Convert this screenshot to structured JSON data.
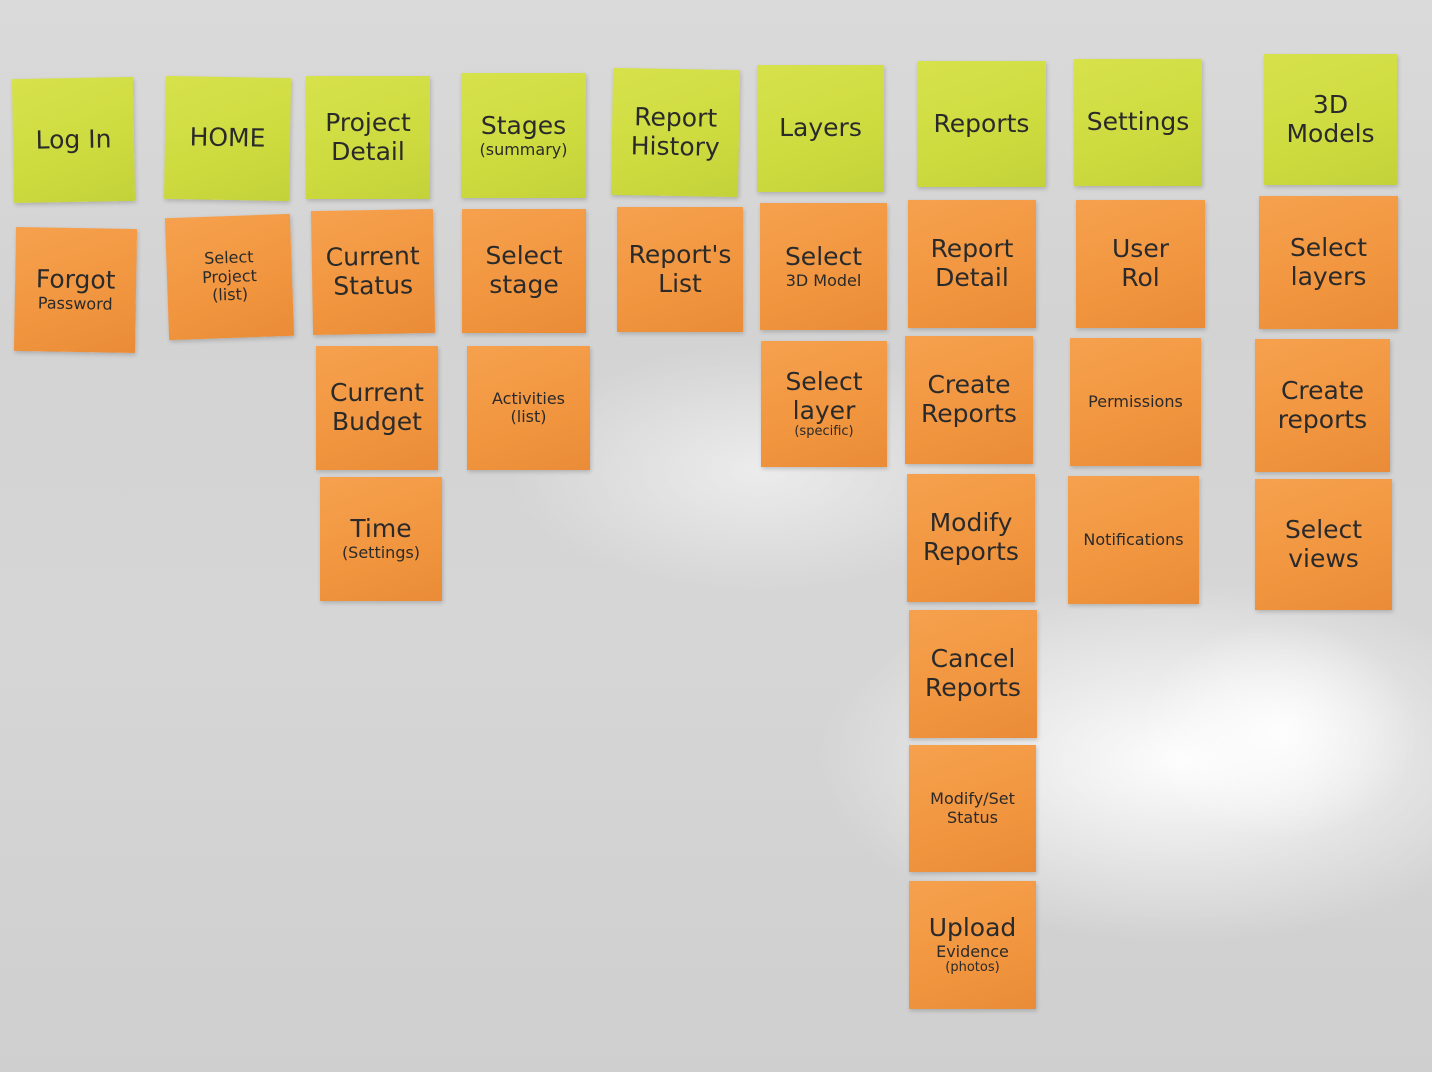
{
  "notes": [
    {
      "id": "log-in",
      "color": "green",
      "lines": [
        {
          "t": "Log In",
          "s": "main"
        }
      ]
    },
    {
      "id": "forgot-password",
      "color": "orange",
      "lines": [
        {
          "t": "Forgot",
          "s": "main"
        },
        {
          "t": "Password",
          "s": "small"
        }
      ]
    },
    {
      "id": "home",
      "color": "green",
      "lines": [
        {
          "t": "HOME",
          "s": "main"
        }
      ]
    },
    {
      "id": "select-project",
      "color": "orange",
      "lines": [
        {
          "t": "Select",
          "s": "small"
        },
        {
          "t": "Project",
          "s": "small"
        },
        {
          "t": "(list)",
          "s": "small"
        }
      ]
    },
    {
      "id": "project-detail",
      "color": "green",
      "lines": [
        {
          "t": "Project",
          "s": "main"
        },
        {
          "t": "Detail",
          "s": "main"
        }
      ]
    },
    {
      "id": "current-status",
      "color": "orange",
      "lines": [
        {
          "t": "Current",
          "s": "main"
        },
        {
          "t": "Status",
          "s": "main"
        }
      ]
    },
    {
      "id": "current-budget",
      "color": "orange",
      "lines": [
        {
          "t": "Current",
          "s": "main"
        },
        {
          "t": "Budget",
          "s": "main"
        }
      ]
    },
    {
      "id": "time-settings",
      "color": "orange",
      "lines": [
        {
          "t": "Time",
          "s": "main"
        },
        {
          "t": "(Settings)",
          "s": "small"
        }
      ]
    },
    {
      "id": "stages-summary",
      "color": "green",
      "lines": [
        {
          "t": "Stages",
          "s": "main"
        },
        {
          "t": "(summary)",
          "s": "small"
        }
      ]
    },
    {
      "id": "select-stage",
      "color": "orange",
      "lines": [
        {
          "t": "Select",
          "s": "main"
        },
        {
          "t": "stage",
          "s": "main"
        }
      ]
    },
    {
      "id": "activities-list",
      "color": "orange",
      "lines": [
        {
          "t": "Activities",
          "s": "small"
        },
        {
          "t": "(list)",
          "s": "small"
        }
      ]
    },
    {
      "id": "report-history",
      "color": "green",
      "lines": [
        {
          "t": "Report",
          "s": "main"
        },
        {
          "t": "History",
          "s": "main"
        }
      ]
    },
    {
      "id": "reports-list",
      "color": "orange",
      "lines": [
        {
          "t": "Report's",
          "s": "main"
        },
        {
          "t": "List",
          "s": "main"
        }
      ]
    },
    {
      "id": "layers",
      "color": "green",
      "lines": [
        {
          "t": "Layers",
          "s": "main"
        }
      ]
    },
    {
      "id": "select-3d-model",
      "color": "orange",
      "lines": [
        {
          "t": "Select",
          "s": "main"
        },
        {
          "t": "3D Model",
          "s": "small"
        }
      ]
    },
    {
      "id": "select-layer-specific",
      "color": "orange",
      "lines": [
        {
          "t": "Select",
          "s": "main"
        },
        {
          "t": "layer",
          "s": "main"
        },
        {
          "t": "(specific)",
          "s": "tiny"
        }
      ]
    },
    {
      "id": "reports",
      "color": "green",
      "lines": [
        {
          "t": "Reports",
          "s": "main"
        }
      ]
    },
    {
      "id": "report-detail",
      "color": "orange",
      "lines": [
        {
          "t": "Report",
          "s": "main"
        },
        {
          "t": "Detail",
          "s": "main"
        }
      ]
    },
    {
      "id": "create-reports",
      "color": "orange",
      "lines": [
        {
          "t": "Create",
          "s": "main"
        },
        {
          "t": "Reports",
          "s": "main"
        }
      ]
    },
    {
      "id": "modify-reports",
      "color": "orange",
      "lines": [
        {
          "t": "Modify",
          "s": "main"
        },
        {
          "t": "Reports",
          "s": "main"
        }
      ]
    },
    {
      "id": "cancel-reports",
      "color": "orange",
      "lines": [
        {
          "t": "Cancel",
          "s": "main"
        },
        {
          "t": "Reports",
          "s": "main"
        }
      ]
    },
    {
      "id": "modify-set-status",
      "color": "orange",
      "lines": [
        {
          "t": "Modify/Set",
          "s": "small"
        },
        {
          "t": "Status",
          "s": "small"
        }
      ]
    },
    {
      "id": "upload-evidence",
      "color": "orange",
      "lines": [
        {
          "t": "Upload",
          "s": "main"
        },
        {
          "t": "Evidence",
          "s": "small"
        },
        {
          "t": "(photos)",
          "s": "tiny"
        }
      ]
    },
    {
      "id": "settings",
      "color": "green",
      "lines": [
        {
          "t": "Settings",
          "s": "main"
        }
      ]
    },
    {
      "id": "user-rol",
      "color": "orange",
      "lines": [
        {
          "t": "User",
          "s": "main"
        },
        {
          "t": "Rol",
          "s": "main"
        }
      ]
    },
    {
      "id": "permissions",
      "color": "orange",
      "lines": [
        {
          "t": "Permissions",
          "s": "small"
        }
      ]
    },
    {
      "id": "notifications",
      "color": "orange",
      "lines": [
        {
          "t": "Notifications",
          "s": "small"
        }
      ]
    },
    {
      "id": "3d-models",
      "color": "green",
      "lines": [
        {
          "t": "3D",
          "s": "main"
        },
        {
          "t": "Models",
          "s": "main"
        }
      ]
    },
    {
      "id": "select-layers",
      "color": "orange",
      "lines": [
        {
          "t": "Select",
          "s": "main"
        },
        {
          "t": "layers",
          "s": "main"
        }
      ]
    },
    {
      "id": "create-reports-3d",
      "color": "orange",
      "lines": [
        {
          "t": "Create",
          "s": "main"
        },
        {
          "t": "reports",
          "s": "main"
        }
      ]
    },
    {
      "id": "select-views",
      "color": "orange",
      "lines": [
        {
          "t": "Select",
          "s": "main"
        },
        {
          "t": "views",
          "s": "main"
        }
      ]
    }
  ]
}
